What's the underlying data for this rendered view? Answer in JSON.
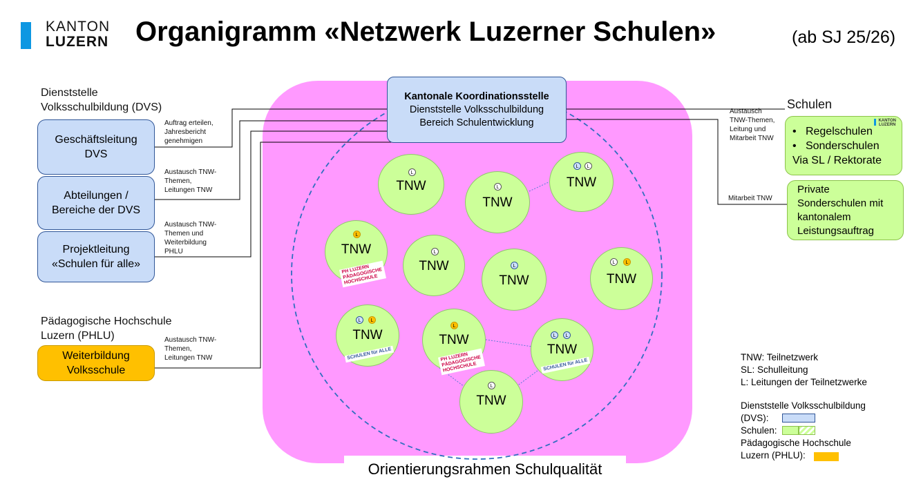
{
  "header": {
    "logo_line1": "KANTON",
    "logo_line2": "LUZERN",
    "title": "Organigramm «Netzwerk Luzerner Schulen»",
    "subtitle": "(ab SJ 25/26)"
  },
  "left": {
    "dvs_label_line1": "Dienststelle",
    "dvs_label_line2": "Volksschulbildung (DVS)",
    "box1_line1": "Geschäftsleitung",
    "box1_line2": "DVS",
    "box2_line1": "Abteilungen /",
    "box2_line2": "Bereiche der DVS",
    "box3_line1": "Projektleitung",
    "box3_line2": "«Schulen für alle»",
    "phlu_label_line1": "Pädagogische Hochschule",
    "phlu_label_line2": "Luzern (PHLU)",
    "box4_line1": "Weiterbildung",
    "box4_line2": "Volksschule",
    "conn1": [
      "Auftrag erteilen,",
      "Jahresbericht",
      "genehmigen"
    ],
    "conn2": [
      "Austausch TNW-",
      "Themen,",
      "Leitungen TNW"
    ],
    "conn3": [
      "Austausch TNW-",
      "Themen und",
      "Weiterbildung",
      "PHLU"
    ],
    "conn4": [
      "Austausch TNW-",
      "Themen,",
      "Leitungen TNW"
    ]
  },
  "center": {
    "koord_title": "Kantonale Koordinationsstelle",
    "koord_line2": "Dienststelle Volksschulbildung",
    "koord_line3": "Bereich Schulentwicklung",
    "tnw_label": "TNW",
    "badge_letter": "L",
    "stamp_ph_1": "PH LUZERN",
    "stamp_ph_2": "PÄDAGOGISCHE",
    "stamp_ph_3": "HOCHSCHULE",
    "stamp_sfa": "SCHULEN für ALLE",
    "frame_label": "Orientierungsrahmen Schulqualität"
  },
  "right": {
    "schulen_label": "Schulen",
    "mini_logo_1": "KANTON",
    "mini_logo_2": "LUZERN",
    "bullet1": "Regelschulen",
    "bullet2": "Sonderschulen",
    "via": "Via SL / Rektorate",
    "private": [
      "Private",
      "Sonderschulen mit",
      "kantonalem",
      "Leistungsauftrag"
    ],
    "conn_top": [
      "Austausch",
      "TNW-Themen,",
      "Leitung und",
      "Mitarbeit TNW"
    ],
    "conn_bottom": "Mitarbeit TNW"
  },
  "legend": {
    "tnw": "TNW: Teilnetzwerk",
    "sl": "SL: Schulleitung",
    "l": "L: Leitungen der Teilnetzwerke",
    "dvs1": "Dienststelle Volksschulbildung",
    "dvs2": "(DVS):",
    "schulen": "Schulen:",
    "phlu1": "Pädagogische Hochschule",
    "phlu2": "Luzern (PHLU):"
  },
  "colors": {
    "dvs_blue": "#c9dcf8",
    "schulen_green": "#ccff99",
    "phlu_yellow": "#ffc000",
    "frame_pink": "#ff99ff",
    "brand_blue": "#0d97e2"
  }
}
